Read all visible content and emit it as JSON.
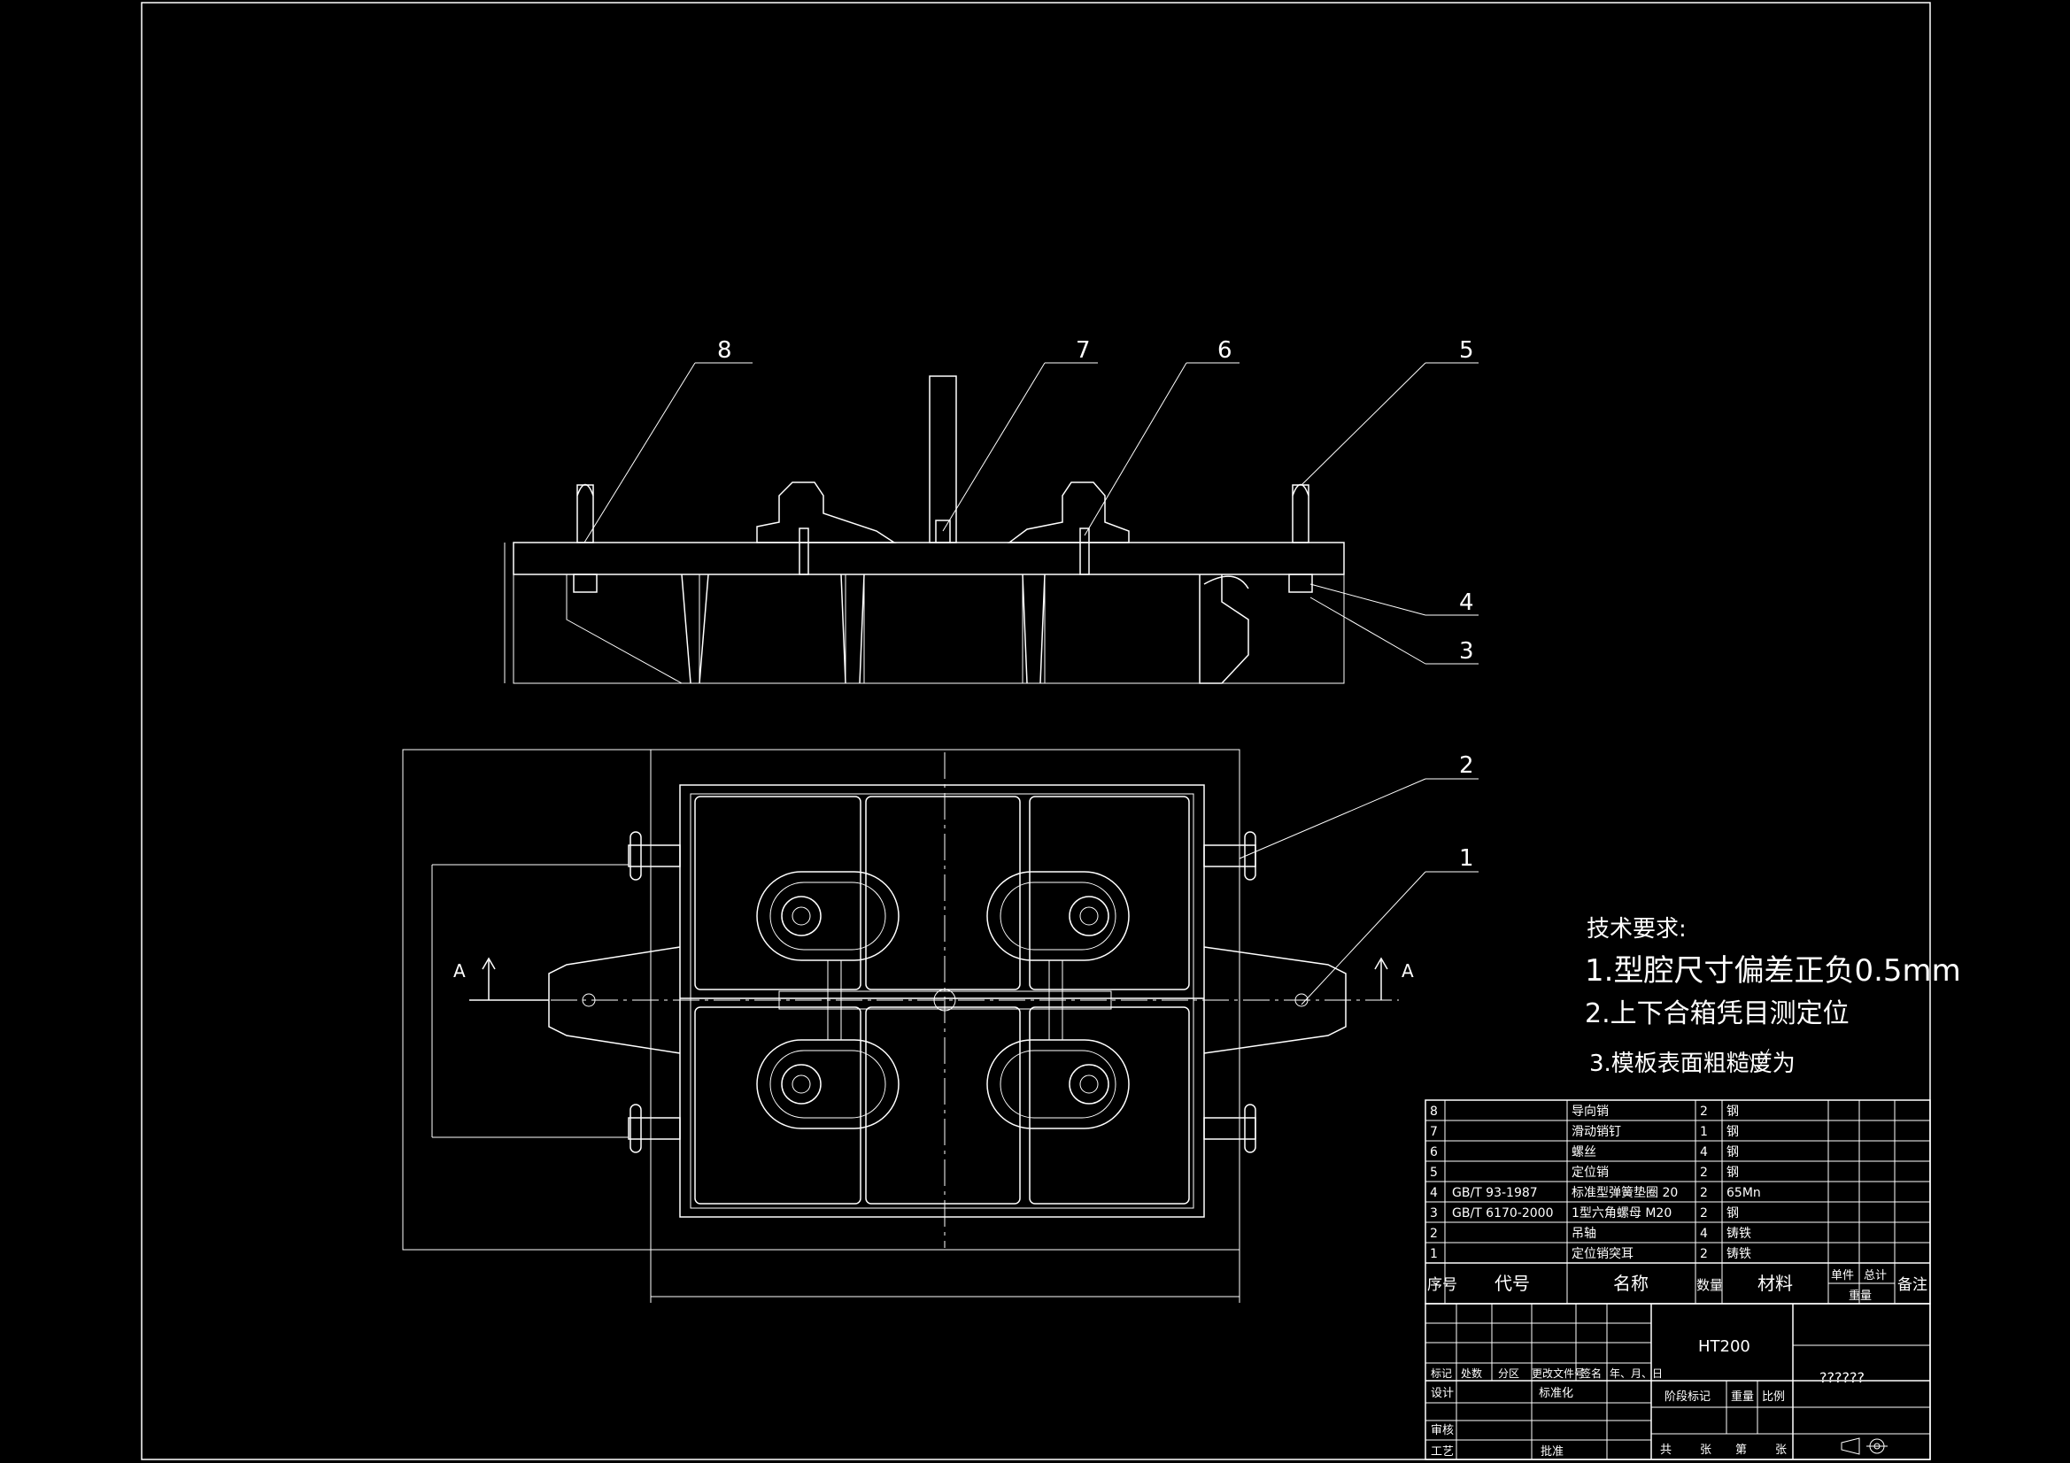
{
  "balloons": [
    "8",
    "7",
    "6",
    "5",
    "4",
    "3",
    "2",
    "1"
  ],
  "section_marker": "A",
  "tech_requirements": {
    "title": "技术要求:",
    "items": [
      "1.型腔尺寸偏差正负0.5mm",
      "2.上下合箱凭目测定位",
      "3.模板表面粗糙度为"
    ]
  },
  "bom": {
    "rows": [
      {
        "no": "8",
        "code": "",
        "name": "导向销",
        "qty": "2",
        "material": "钢"
      },
      {
        "no": "7",
        "code": "",
        "name": "滑动销钉",
        "qty": "1",
        "material": "钢"
      },
      {
        "no": "6",
        "code": "",
        "name": "螺丝",
        "qty": "4",
        "material": "钢"
      },
      {
        "no": "5",
        "code": "",
        "name": "定位销",
        "qty": "2",
        "material": "钢"
      },
      {
        "no": "4",
        "code": "GB/T 93-1987",
        "name": "标准型弹簧垫圈 20",
        "qty": "2",
        "material": "65Mn"
      },
      {
        "no": "3",
        "code": "GB/T 6170-2000",
        "name": "1型六角螺母 M20",
        "qty": "2",
        "material": "钢"
      },
      {
        "no": "2",
        "code": "",
        "name": "吊轴",
        "qty": "4",
        "material": "铸铁"
      },
      {
        "no": "1",
        "code": "",
        "name": "定位销突耳",
        "qty": "2",
        "material": "铸铁"
      }
    ],
    "headers": {
      "no": "序号",
      "code": "代号",
      "name": "名称",
      "qty": "数量",
      "material": "材料",
      "unit": "单件",
      "total": "总计",
      "weight": "重量",
      "note": "备注"
    }
  },
  "title_block": {
    "material": "HT200",
    "drawing_name": "??????",
    "rev_labels": [
      "标记",
      "处数",
      "分区",
      "更改文件号",
      "签名",
      "年、月、日"
    ],
    "design": "设计",
    "standard": "标准化",
    "stage": "阶段标记",
    "weight": "重量",
    "scale": "比例",
    "check": "审核",
    "process": "工艺",
    "approve": "批准",
    "sheets": [
      "共",
      "张",
      "第",
      "张"
    ]
  }
}
